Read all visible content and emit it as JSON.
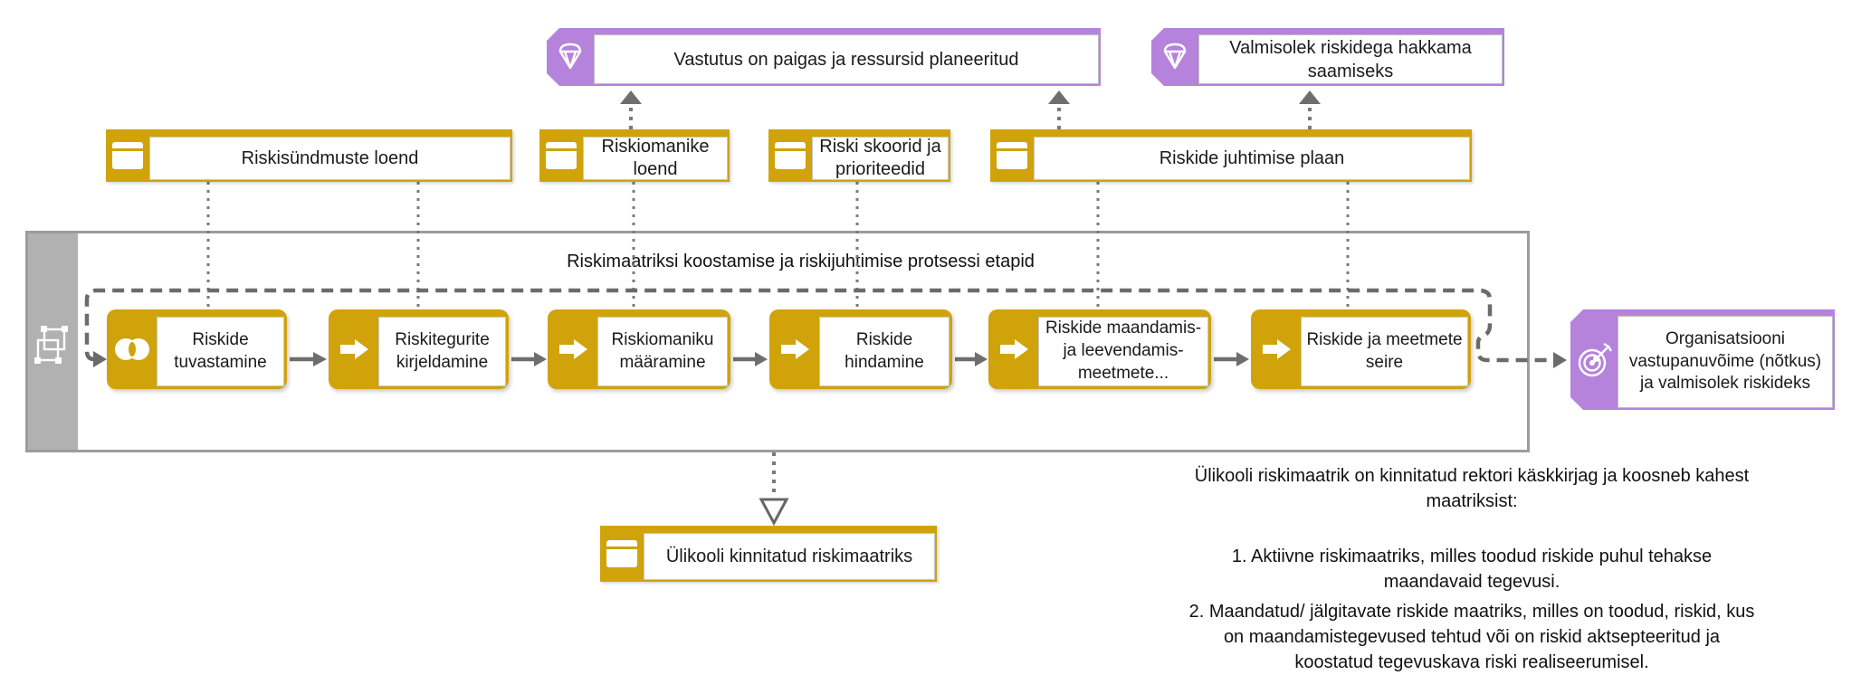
{
  "colors": {
    "gold": "#D0A30B",
    "purple": "#B583DB",
    "connector_gray": "#6E6E6E",
    "container_border_gray": "#9C9C9C"
  },
  "top_outcomes": [
    {
      "label": "Vastutus on paigas ja ressursid planeeritud",
      "icon": "gem-icon"
    },
    {
      "label": "Valmisolek riskidega hakkama saamiseks",
      "icon": "gem-icon"
    }
  ],
  "deliverables": [
    {
      "label": "Riskisündmuste loend",
      "icon": "document-icon"
    },
    {
      "label": "Riskiomanike loend",
      "icon": "document-icon"
    },
    {
      "label": "Riski skoorid ja prioriteedid",
      "icon": "document-icon"
    },
    {
      "label": "Riskide juhtimise plaan",
      "icon": "document-icon"
    }
  ],
  "process": {
    "title": "Riskimaatriksi koostamise ja riskijuhtimise protsessi etapid",
    "steps": [
      {
        "label": "Riskide tuvastamine",
        "icon": "interaction-icon"
      },
      {
        "label": "Riskitegurite kirjeldamine",
        "icon": "process-arrow-icon"
      },
      {
        "label": "Riskiomaniku määramine",
        "icon": "process-arrow-icon"
      },
      {
        "label": "Riskide hindamine",
        "icon": "process-arrow-icon"
      },
      {
        "label": "Riskide maandamis- ja leevendamis- meetmete...",
        "icon": "process-arrow-icon"
      },
      {
        "label": "Riskide ja meetmete seire",
        "icon": "process-arrow-icon"
      }
    ]
  },
  "result_outcome": {
    "label": "Organisatsiooni vastupanuvõime (nõtkus) ja valmisolek riskideks",
    "icon": "target-icon"
  },
  "approved_deliverable": {
    "label": "Ülikooli kinnitatud riskimaatriks",
    "icon": "document-icon"
  },
  "note": {
    "heading": "Ülikooli riskimaatrik on kinnitatud rektori käskkirjag ja koosneb kahest maatriksist:",
    "items": [
      {
        "number": "1.",
        "text": "Aktiivne riskimaatriks, milles toodud riskide puhul tehakse maandavaid tegevusi."
      },
      {
        "number": "2.",
        "text": "Maandatud/ jälgitavate riskide maatriks, milles on toodud, riskid, kus on maandamistegevused tehtud või on riskid aktsepteeritud ja koostatud tegevuskava riski realiseerumisel."
      }
    ]
  }
}
